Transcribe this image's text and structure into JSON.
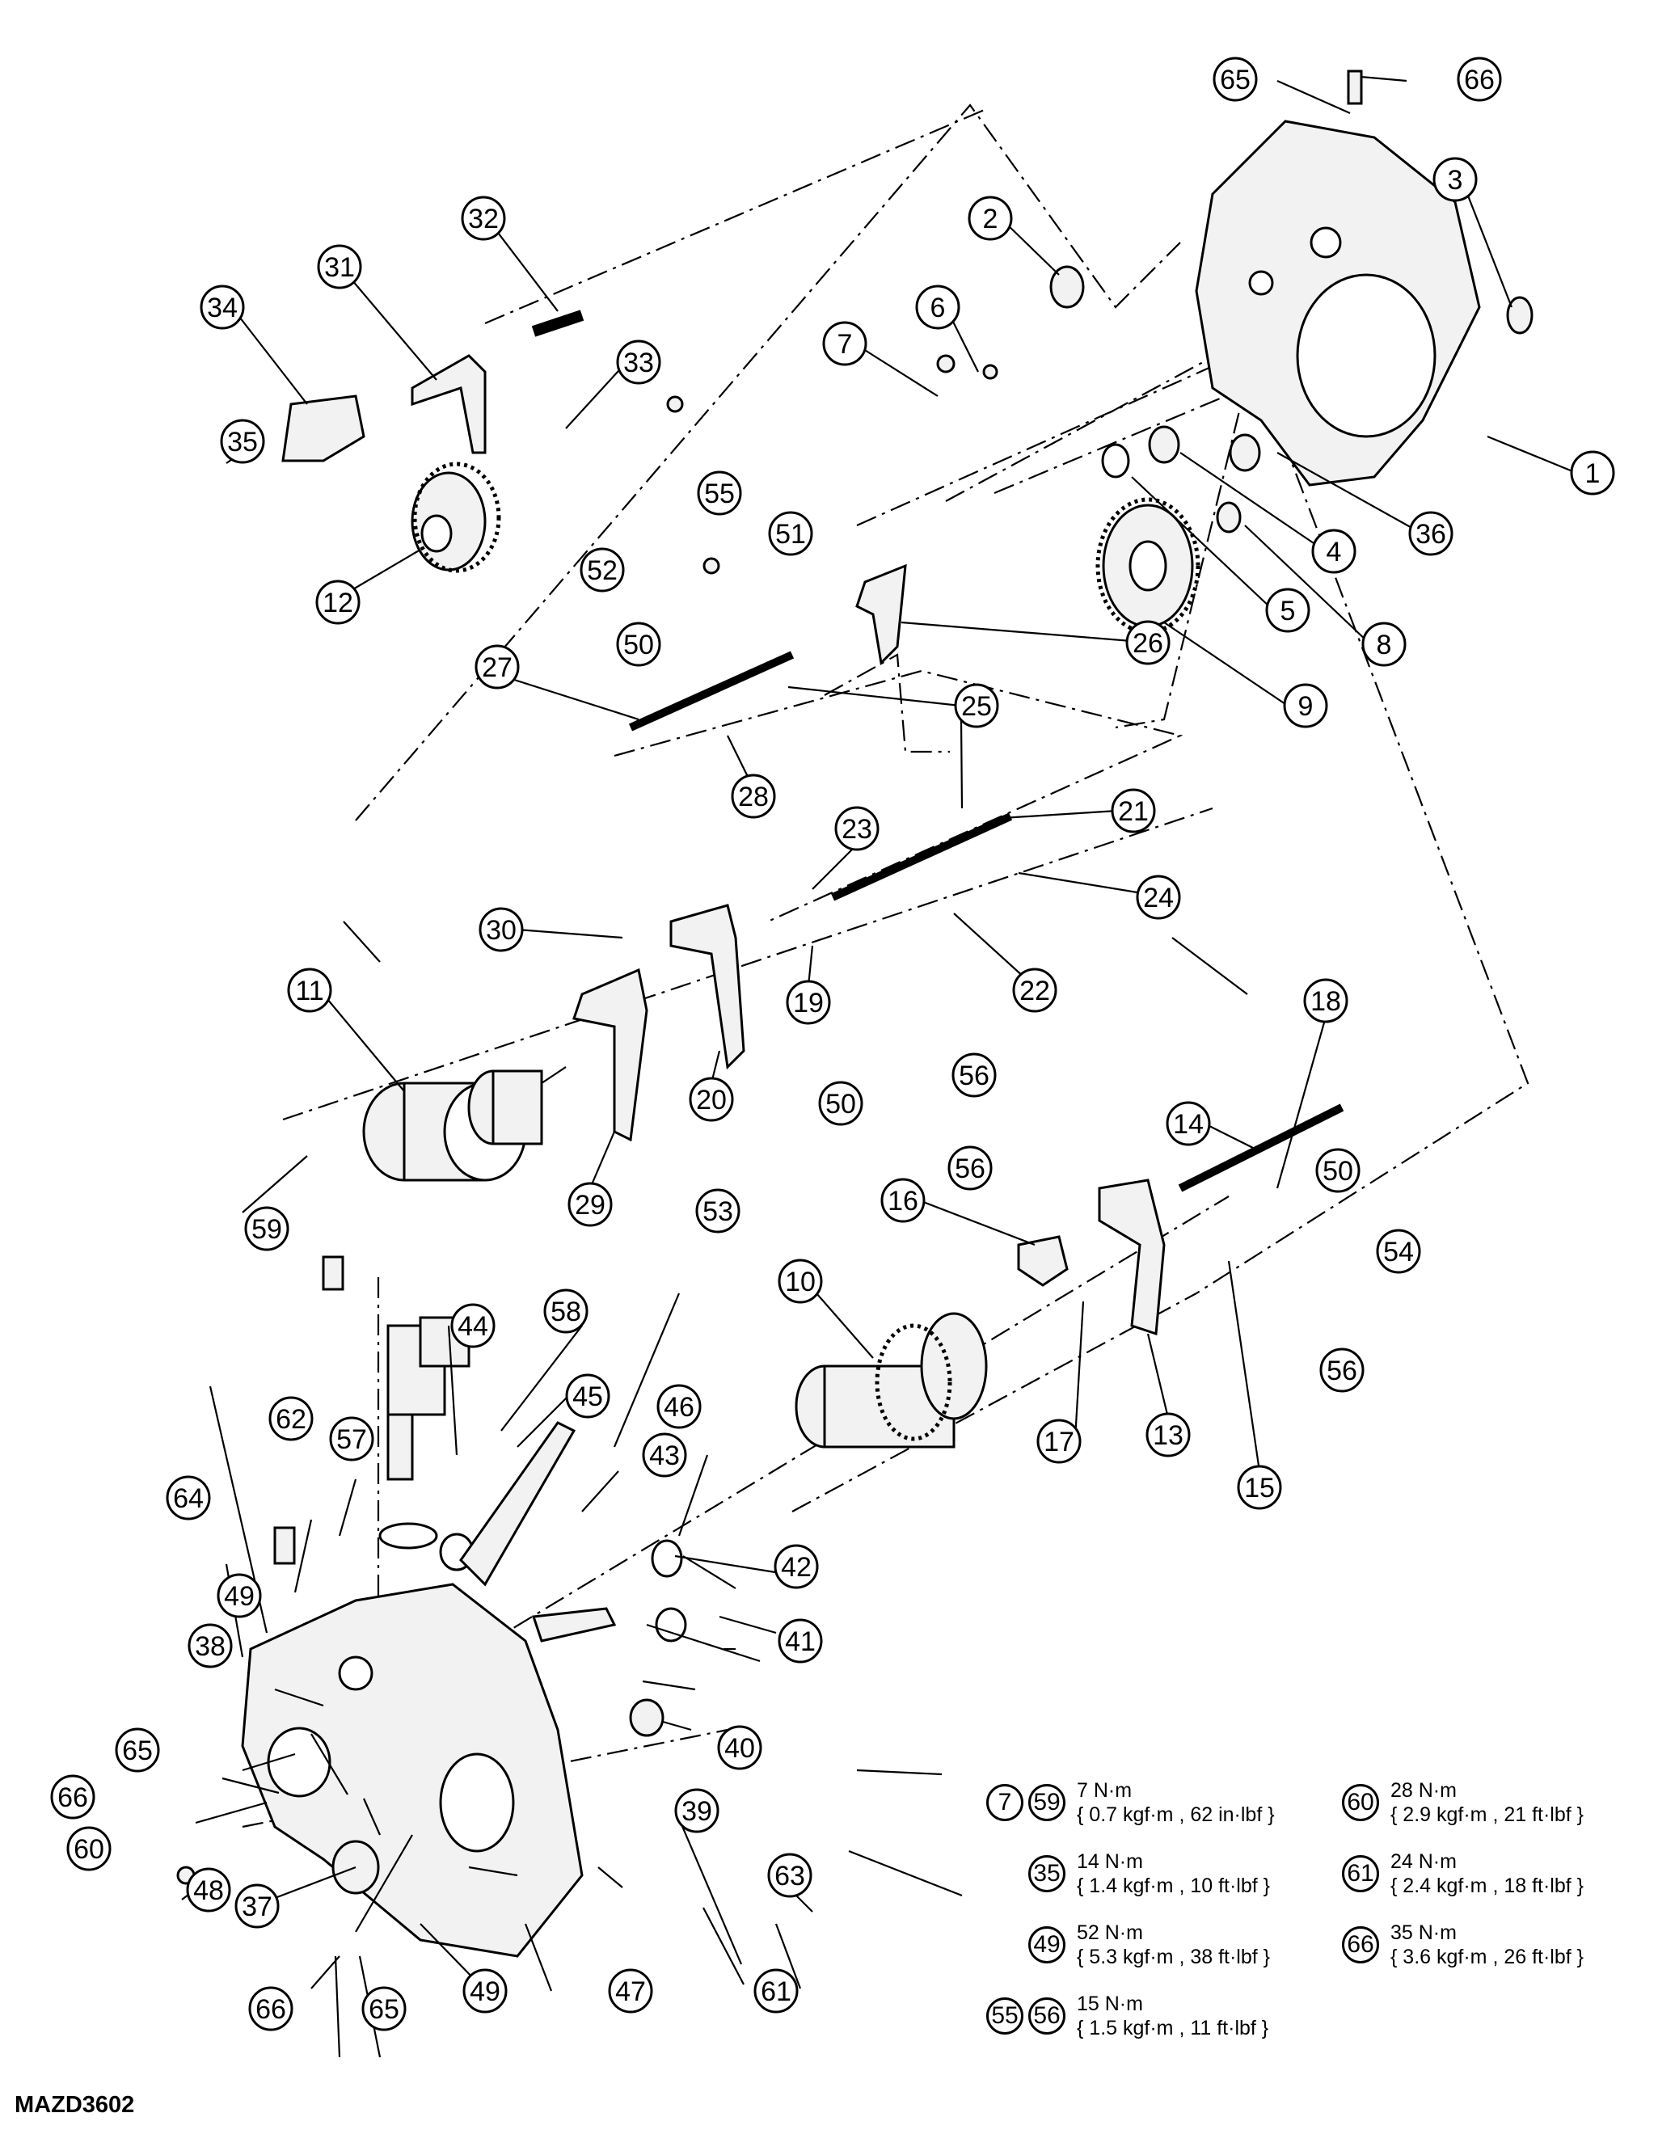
{
  "diagram_code": "MAZD3602",
  "callouts": [
    "1",
    "2",
    "3",
    "4",
    "5",
    "6",
    "7",
    "8",
    "9",
    "10",
    "11",
    "12",
    "13",
    "14",
    "15",
    "16",
    "17",
    "18",
    "19",
    "20",
    "21",
    "22",
    "23",
    "24",
    "25",
    "26",
    "27",
    "28",
    "29",
    "30",
    "31",
    "32",
    "33",
    "34",
    "35",
    "36",
    "37",
    "38",
    "39",
    "40",
    "41",
    "42",
    "43",
    "44",
    "45",
    "46",
    "47",
    "48",
    "49",
    "50",
    "51",
    "52",
    "53",
    "54",
    "55",
    "56",
    "57",
    "58",
    "59",
    "60",
    "61",
    "62",
    "63",
    "64",
    "65",
    "66"
  ],
  "torque_specs": [
    {
      "parts": [
        "7",
        "59"
      ],
      "value": "7 N·m",
      "detail": "{ 0.7 kgf·m , 62 in·lbf }"
    },
    {
      "parts": [
        "35"
      ],
      "value": "14 N·m",
      "detail": "{ 1.4 kgf·m , 10 ft·lbf }"
    },
    {
      "parts": [
        "49"
      ],
      "value": "52 N·m",
      "detail": "{ 5.3 kgf·m , 38 ft·lbf }"
    },
    {
      "parts": [
        "55",
        "56"
      ],
      "value": "15 N·m",
      "detail": "{ 1.5 kgf·m , 11 ft·lbf }"
    },
    {
      "parts": [
        "60"
      ],
      "value": "28 N·m",
      "detail": "{ 2.9 kgf·m , 21 ft·lbf }"
    },
    {
      "parts": [
        "61"
      ],
      "value": "24 N·m",
      "detail": "{ 2.4 kgf·m , 18 ft·lbf }"
    },
    {
      "parts": [
        "66"
      ],
      "value": "35 N·m",
      "detail": "{ 3.6 kgf·m , 26 ft·lbf }"
    }
  ]
}
